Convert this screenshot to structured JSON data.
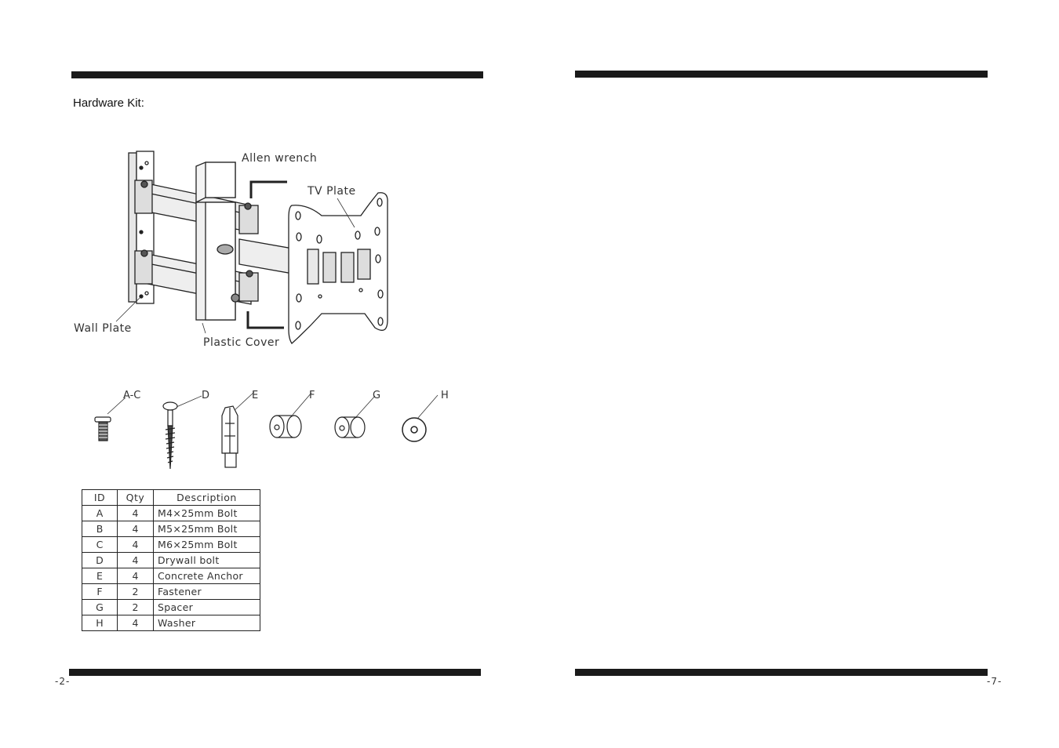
{
  "left_page": {
    "title": "Hardware Kit:",
    "diagram_labels": {
      "allen_wrench": "Allen wrench",
      "tv_plate": "TV Plate",
      "wall_plate": "Wall Plate",
      "plastic_cover": "Plastic Cover"
    },
    "parts": [
      {
        "label": "A-C",
        "icon": "bolt-icon"
      },
      {
        "label": "D",
        "icon": "drywall-screw-icon"
      },
      {
        "label": "E",
        "icon": "anchor-icon"
      },
      {
        "label": "F",
        "icon": "fastener-icon"
      },
      {
        "label": "G",
        "icon": "spacer-icon"
      },
      {
        "label": "H",
        "icon": "washer-icon"
      }
    ],
    "table": {
      "headers": [
        "ID",
        "Qty",
        "Description"
      ],
      "rows": [
        {
          "id": "A",
          "qty": "4",
          "desc": "M4×25mm Bolt"
        },
        {
          "id": "B",
          "qty": "4",
          "desc": "M5×25mm Bolt"
        },
        {
          "id": "C",
          "qty": "4",
          "desc": "M6×25mm Bolt"
        },
        {
          "id": "D",
          "qty": "4",
          "desc": "Drywall bolt"
        },
        {
          "id": "E",
          "qty": "4",
          "desc": "Concrete Anchor"
        },
        {
          "id": "F",
          "qty": "2",
          "desc": "Fastener"
        },
        {
          "id": "G",
          "qty": "2",
          "desc": "Spacer"
        },
        {
          "id": "H",
          "qty": "4",
          "desc": "Washer"
        }
      ]
    },
    "page_number": "-2-"
  },
  "right_page": {
    "page_number": "-7-"
  }
}
